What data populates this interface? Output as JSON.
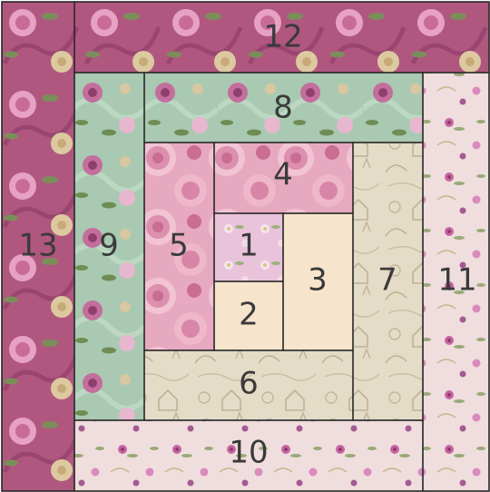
{
  "pattern": "log-cabin quilt block",
  "patches": [
    {
      "id": "patch-1",
      "label": "1",
      "fabric": "pink-floral-small"
    },
    {
      "id": "patch-2",
      "label": "2",
      "fabric": "cream-solid"
    },
    {
      "id": "patch-3",
      "label": "3",
      "fabric": "cream-solid"
    },
    {
      "id": "patch-4",
      "label": "4",
      "fabric": "pink-peony-large"
    },
    {
      "id": "patch-5",
      "label": "5",
      "fabric": "pink-peony-large"
    },
    {
      "id": "patch-6",
      "label": "6",
      "fabric": "beige-toile"
    },
    {
      "id": "patch-7",
      "label": "7",
      "fabric": "beige-toile"
    },
    {
      "id": "patch-8",
      "label": "8",
      "fabric": "mint-floral"
    },
    {
      "id": "patch-9",
      "label": "9",
      "fabric": "mint-floral"
    },
    {
      "id": "patch-10",
      "label": "10",
      "fabric": "blush-small-floral"
    },
    {
      "id": "patch-11",
      "label": "11",
      "fabric": "blush-small-floral"
    },
    {
      "id": "patch-12",
      "label": "12",
      "fabric": "mauve-large-floral"
    },
    {
      "id": "patch-13",
      "label": "13",
      "fabric": "mauve-large-floral"
    }
  ],
  "colors": {
    "mauve": "#b0577f",
    "mauve_dark": "#8f3f66",
    "mint": "#a9c9b2",
    "blush": "#efdedd",
    "toile": "#e4dcc6",
    "peony": "#e7a9bf",
    "peony_dark": "#c96d92",
    "cream": "#f6e4cc",
    "lilac": "#e9c3d9",
    "seam": "#2a2a2a"
  }
}
